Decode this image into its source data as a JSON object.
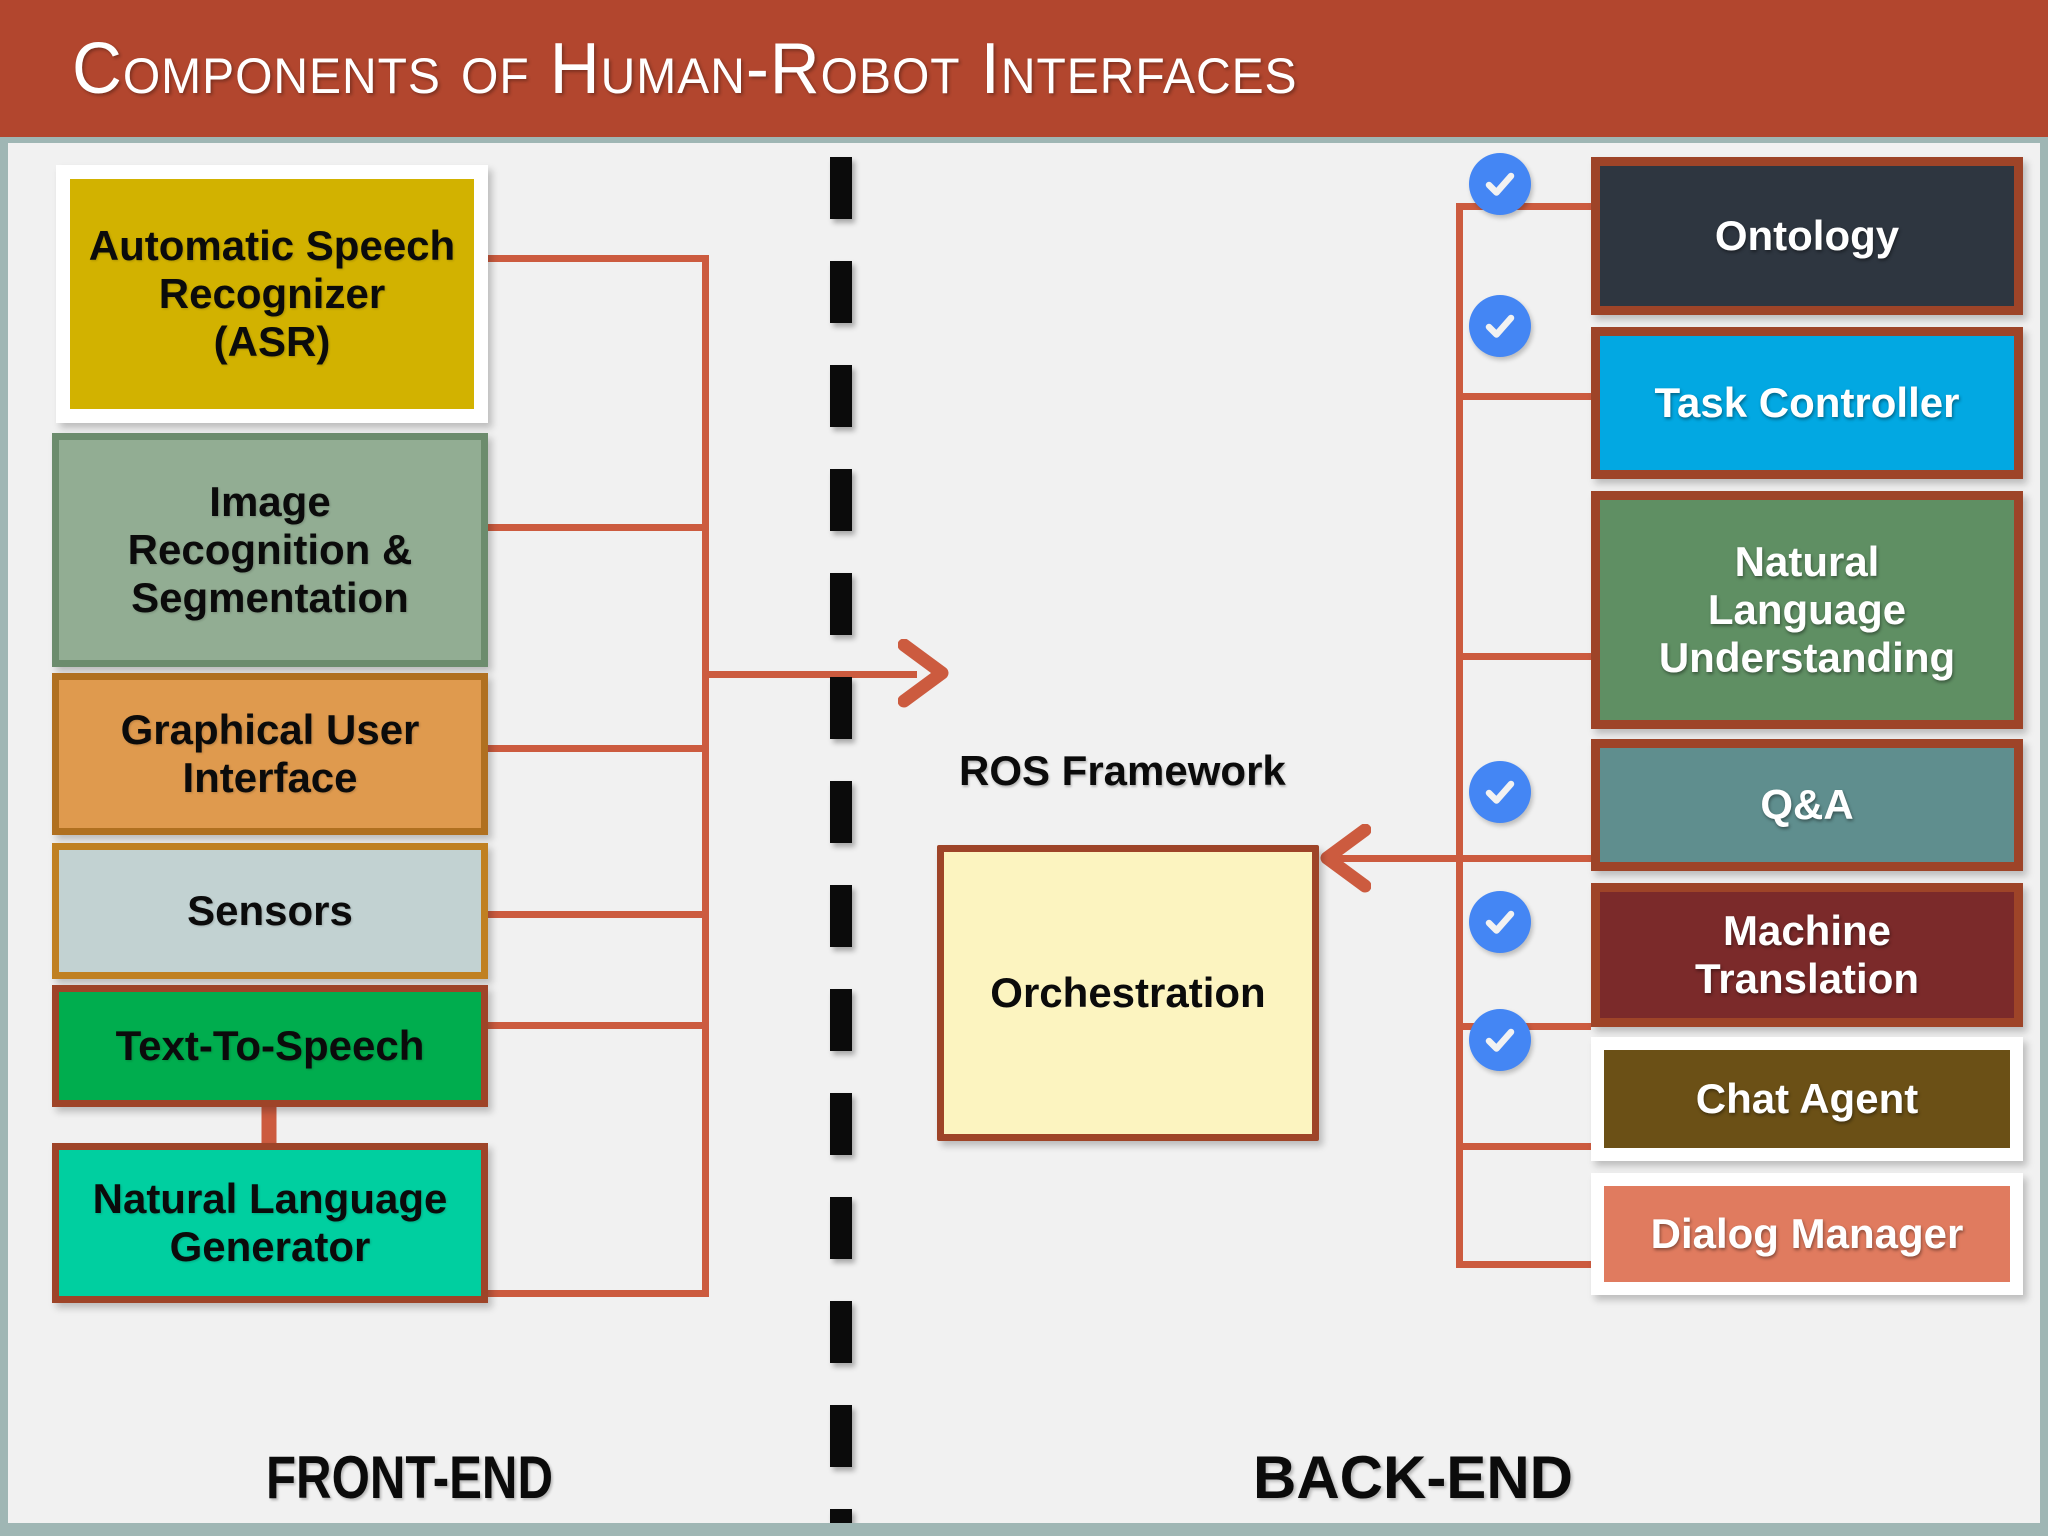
{
  "title": "Components of Human-Robot Interfaces",
  "colors": {
    "header_bg": "#B2462E",
    "slide_border": "#9FB6B4",
    "canvas_bg": "#F1F1F1",
    "connector": "#CC5B3F",
    "check_badge": "#4486F4",
    "divider": "#0B0B0B"
  },
  "center": {
    "ros_label": "ROS Framework",
    "orchestration_label": "Orchestration"
  },
  "footer": {
    "front_end": "FRONT-END",
    "back_end": "BACK-END"
  },
  "frontend": {
    "items": [
      {
        "label": "Automatic Speech\nRecognizer\n(ASR)",
        "fill": "#D2B200",
        "border": "#FFFFFF",
        "text": "#0B0B0B",
        "font_size": 42,
        "checked": false
      },
      {
        "label": "Image\nRecognition &\nSegmentation",
        "fill": "#92AD93",
        "border": "#6C8C6D",
        "text": "#0B0B0B",
        "font_size": 42,
        "checked": false
      },
      {
        "label": "Graphical User\nInterface",
        "fill": "#DF9A4E",
        "border": "#B07020",
        "text": "#0B0B0B",
        "font_size": 42,
        "checked": false
      },
      {
        "label": "Sensors",
        "fill": "#C2D2D2",
        "border": "#C08021",
        "text": "#0B0B0B",
        "font_size": 42,
        "checked": false
      },
      {
        "label": "Text-To-Speech",
        "fill": "#00AD4E",
        "border": "#9E4428",
        "text": "#0B0B0B",
        "font_size": 42,
        "checked": false
      },
      {
        "label": "Natural Language\nGenerator",
        "fill": "#00CFA0",
        "border": "#9E4428",
        "text": "#0B0B0B",
        "font_size": 42,
        "checked": false
      }
    ]
  },
  "backend": {
    "items": [
      {
        "label": "Ontology",
        "fill": "#2E3640",
        "border": "#9E4428",
        "text": "#FFFFFF",
        "font_size": 42,
        "checked": true
      },
      {
        "label": "Task Controller",
        "fill": "#02A8E2",
        "border": "#9E4428",
        "text": "#FFFFFF",
        "font_size": 42,
        "checked": true
      },
      {
        "label": "Natural\nLanguage\nUnderstanding",
        "fill": "#5F8F63",
        "border": "#9E4428",
        "text": "#FFFFFF",
        "font_size": 42,
        "checked": false
      },
      {
        "label": "Q&A",
        "fill": "#5F8E8E",
        "border": "#9E4428",
        "text": "#FFFFFF",
        "font_size": 42,
        "checked": true
      },
      {
        "label": "Machine\nTranslation",
        "fill": "#7B2A2A",
        "border": "#9E4428",
        "text": "#FFFFFF",
        "font_size": 42,
        "checked": true
      },
      {
        "label": "Chat Agent",
        "fill": "#6B5016",
        "border": "#FFFFFF",
        "text": "#FFFFFF",
        "font_size": 42,
        "checked": true
      },
      {
        "label": "Dialog Manager",
        "fill": "#E07B5F",
        "border": "#FFFFFF",
        "text": "#FFFFFF",
        "font_size": 42,
        "checked": false
      }
    ]
  },
  "icons": {
    "check": "check-circle-icon",
    "arrow_right": "arrow-right-icon",
    "arrow_left": "arrow-left-icon",
    "arrow_up": "arrow-up-icon"
  }
}
